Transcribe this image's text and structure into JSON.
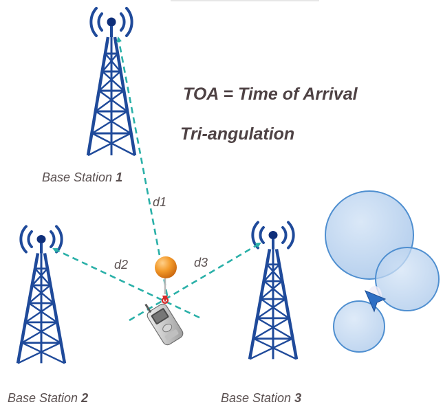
{
  "title": "TOA = Time of Arrival",
  "subtitle": "Tri-angulation",
  "stations": [
    {
      "name": "Base Station",
      "number": "1"
    },
    {
      "name": "Base Station",
      "number": "2"
    },
    {
      "name": "Base Station",
      "number": "3"
    }
  ],
  "distances": [
    "d1",
    "d2",
    "d3"
  ],
  "colors": {
    "tower": "#1f4a9a",
    "signal": "#1f4a9a",
    "antenna_dot": "#0f2f7a",
    "dashed_line": "#2ab0a8",
    "text": "#5a5050",
    "title": "#4e4244",
    "circle_fill": "#b9d3ef",
    "circle_stroke": "#4f8fd0",
    "pointer": "#2f6fc4",
    "target_ball": "#ee8a1c"
  },
  "icons": [
    "radio-tower-icon",
    "mobile-phone-icon",
    "location-pointer-icon"
  ]
}
